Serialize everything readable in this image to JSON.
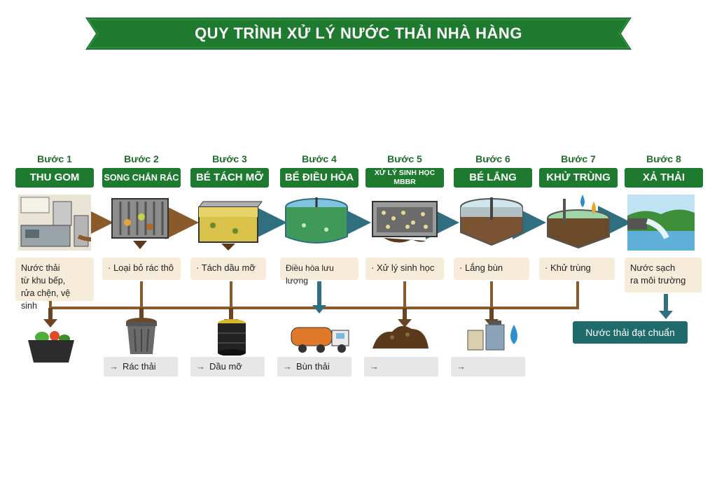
{
  "title": "QUY TRÌNH XỬ LÝ NƯỚC THẢI NHÀ HÀNG",
  "steps": [
    {
      "num": "Bước 1",
      "name": "THU GOM",
      "desc": "Nước thải\ntừ khu bếp,\nrửa chện, vệ sinh"
    },
    {
      "num": "Bước 2",
      "name": "SONG CHẮN RÁC",
      "desc": "· Loại bỏ rác thô"
    },
    {
      "num": "Bước 3",
      "name": "BÉ TÁCH MỠ",
      "desc": "· Tách dầu mỡ"
    },
    {
      "num": "Bước 4",
      "name": "BỂ ĐIỀU HÒA",
      "desc": "Điều hòa lưu lượng"
    },
    {
      "num": "Bước 5",
      "name": "XỬ LÝ SINH HỌC MBBR",
      "desc": "· Xử lý sinh học"
    },
    {
      "num": "Bước 6",
      "name": "BÉ LẮNG",
      "desc": "· Lắng bùn"
    },
    {
      "num": "Bước 7",
      "name": "KHỬ TRÙNG",
      "desc": "· Khử trùng"
    },
    {
      "num": "Bước 8",
      "name": "XẢ THẢI",
      "desc": "Nước sạch\nra môi trường"
    }
  ],
  "outputs": [
    "Rác thải",
    "Dầu mỡ",
    "Bùn thải",
    "",
    ""
  ],
  "output_arrow": "→",
  "final_label": "Nước thải đạt chuẩn",
  "colors": {
    "banner": "#1d7a2e",
    "step_label": "#1d7a2e",
    "desc_bg": "#f6ecd9",
    "final_box": "#1f6b6b",
    "pipe_brown": "#8a5a2b",
    "pipe_teal": "#2f6f80"
  }
}
